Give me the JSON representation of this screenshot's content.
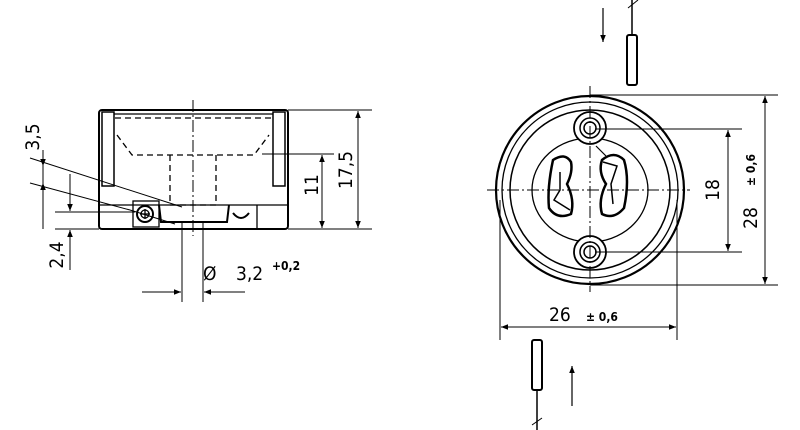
{
  "side_view": {
    "dim_height_total": "17,5",
    "dim_height_inner": "11",
    "dim_top_offset": "3,5",
    "dim_bottom_offset": "2,4",
    "dim_diameter_symbol": "Ø",
    "dim_diameter": "3,2",
    "dim_diameter_tol": "+0,2"
  },
  "front_view": {
    "dim_hole_spacing": "18",
    "dim_height": "28",
    "dim_height_tol": "± 0,6",
    "dim_width": "26",
    "dim_width_tol": "± 0,6"
  }
}
